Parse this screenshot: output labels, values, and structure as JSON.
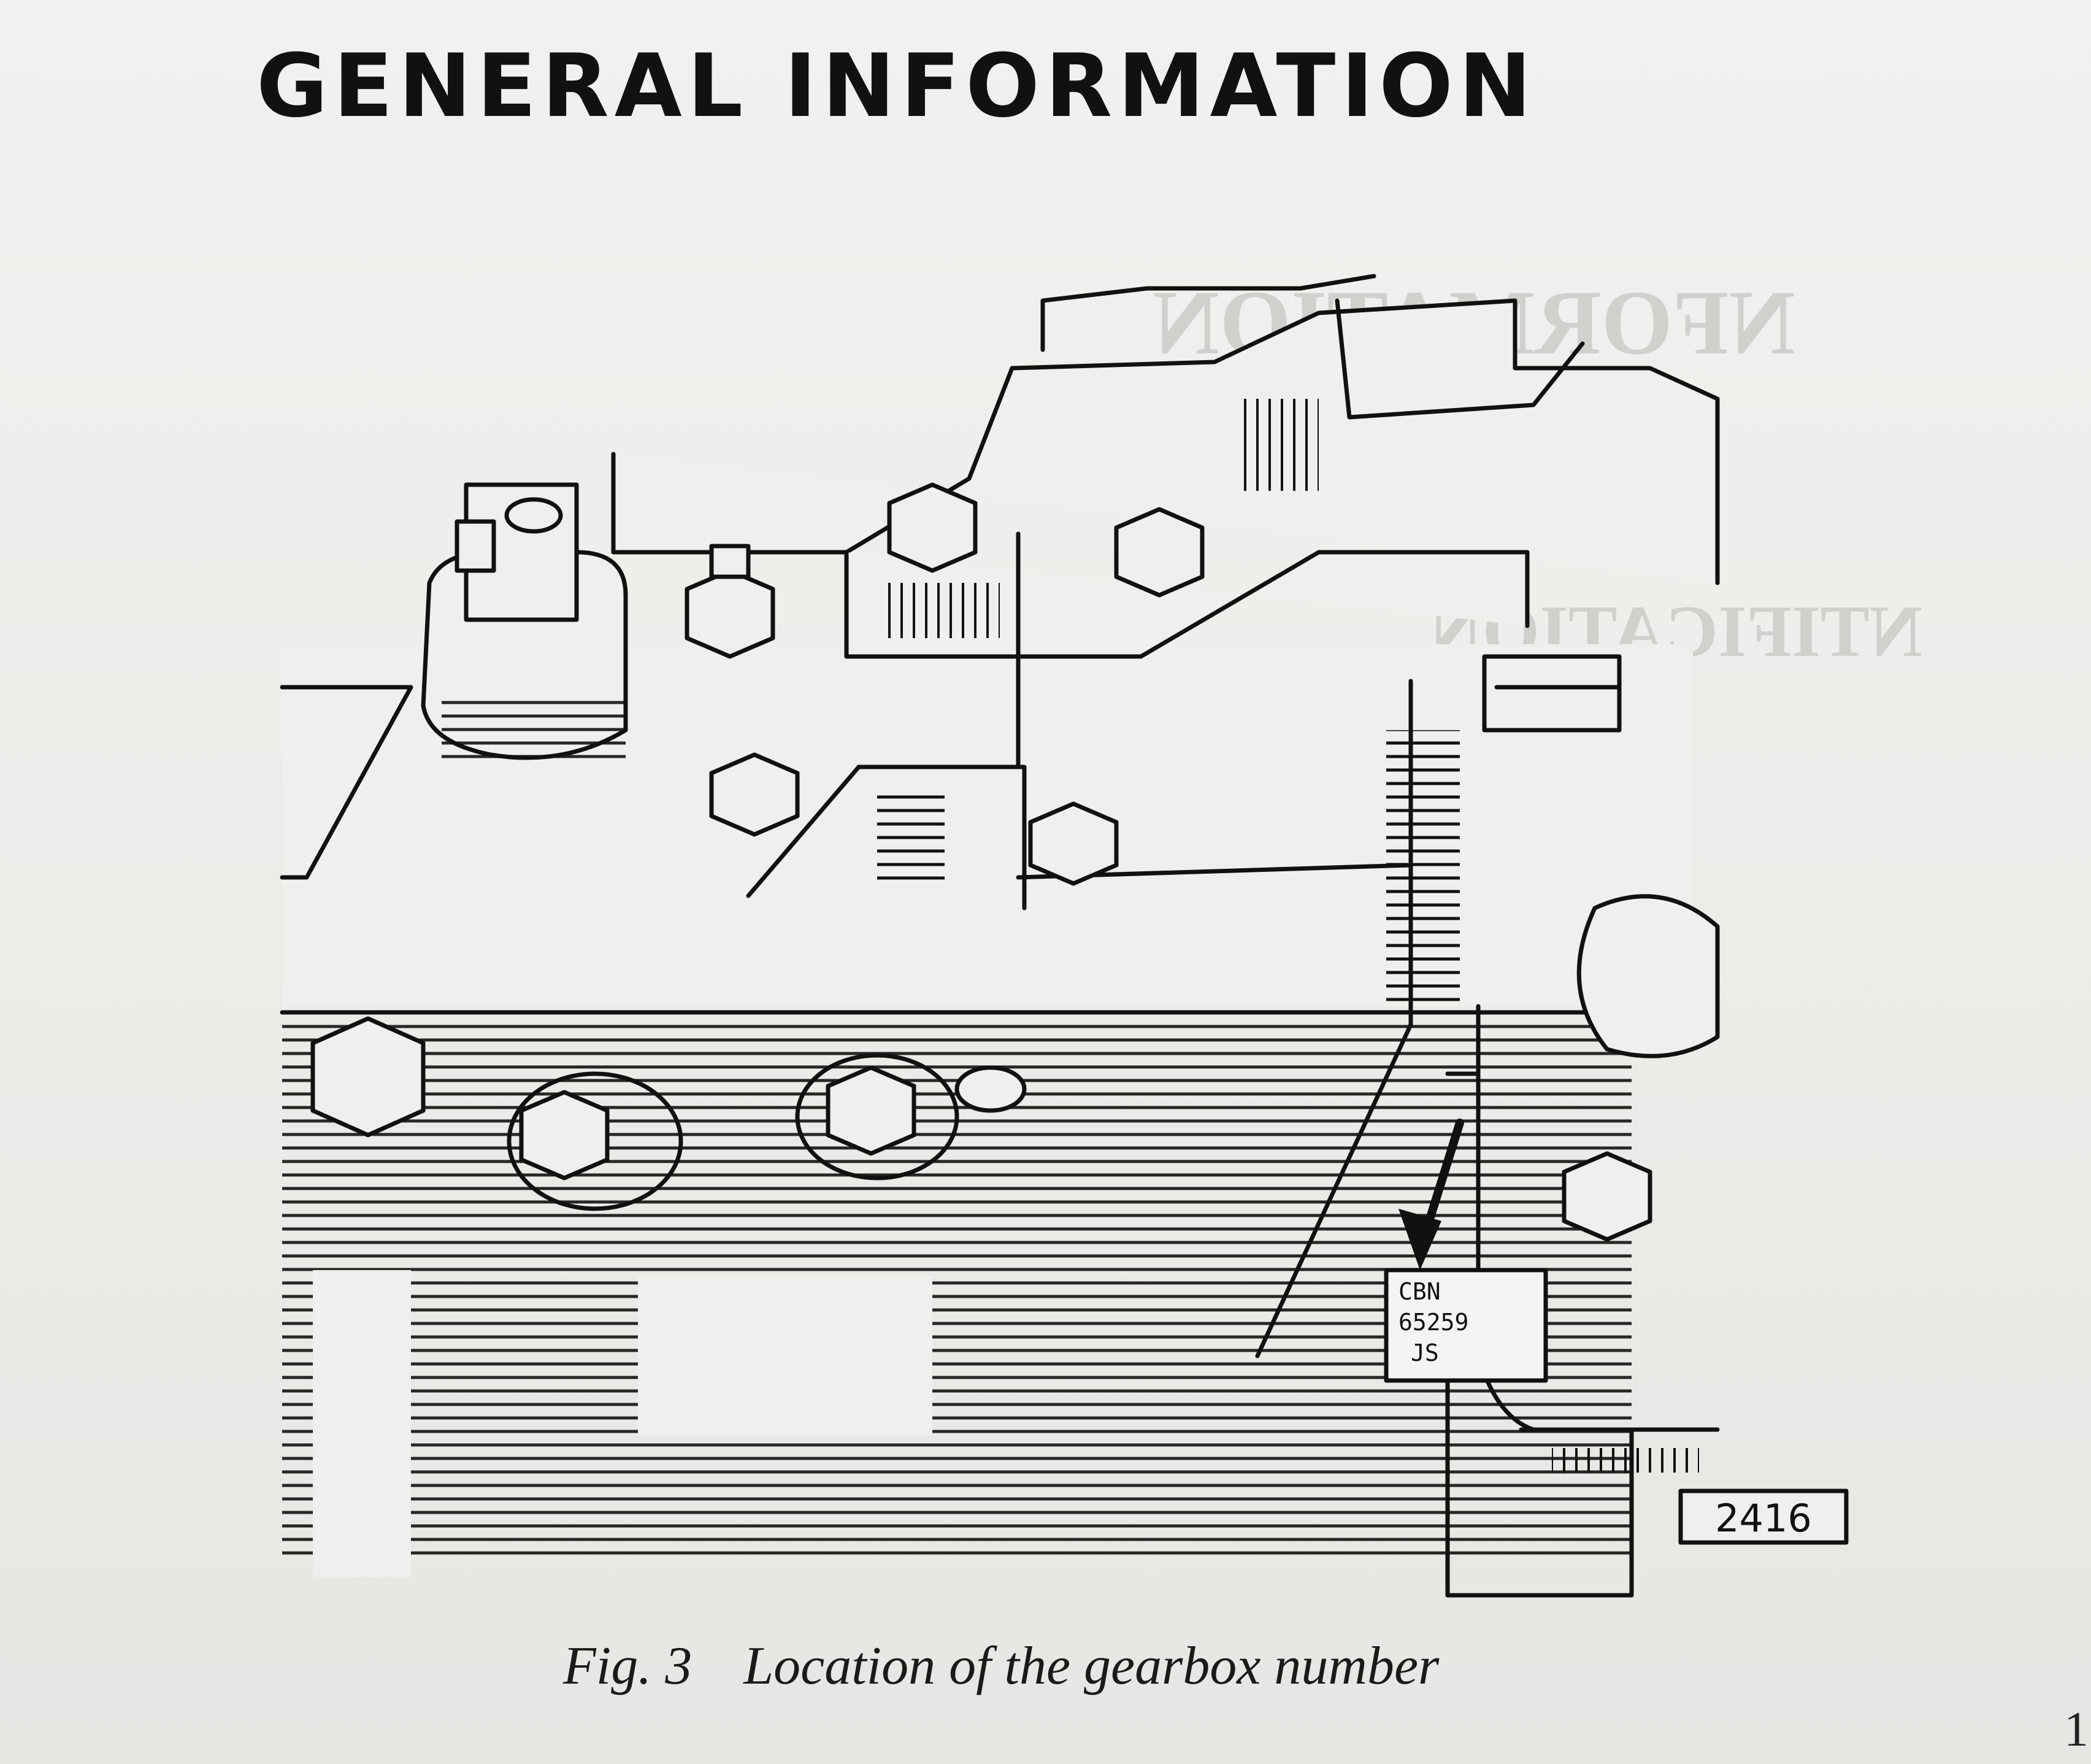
{
  "page": {
    "heading": "GENERAL INFORMATION",
    "edge_mark": "1"
  },
  "figure": {
    "label": "Fig. 3",
    "caption": "Location of the gearbox number",
    "reference_number": "2416",
    "plate_line_1": "CBN",
    "plate_line_2": "65259",
    "plate_line_3": "JS"
  }
}
